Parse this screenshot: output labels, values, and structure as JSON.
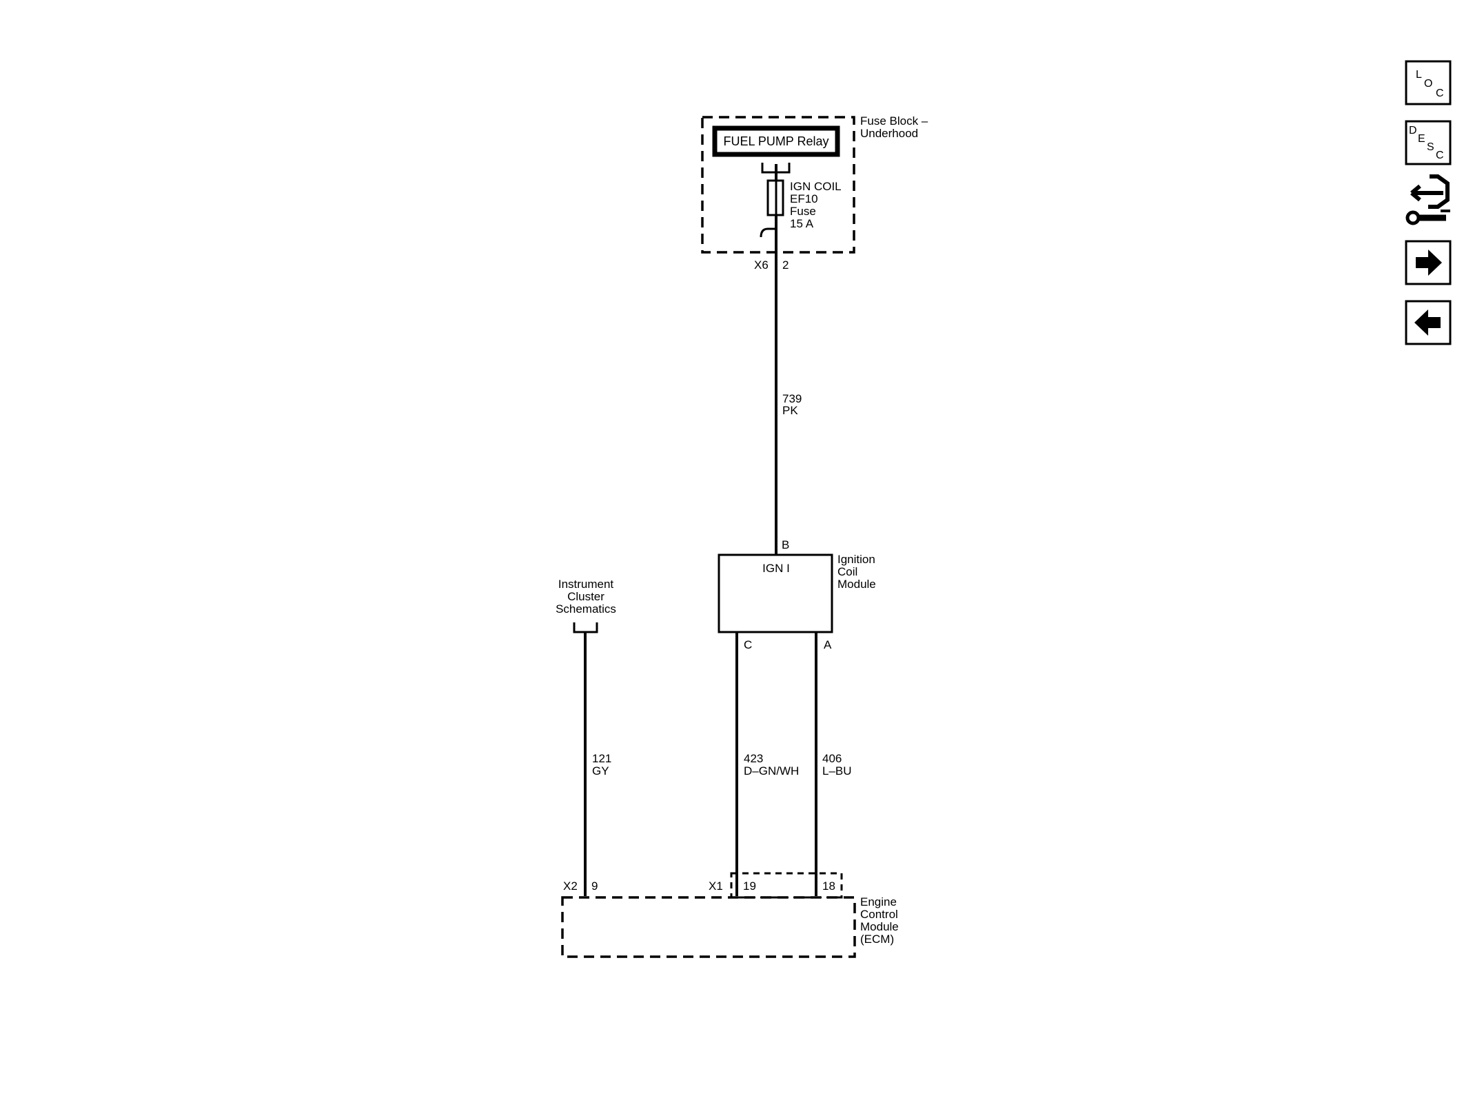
{
  "fuse_block": {
    "label_line1": "Fuse Block –",
    "label_line2": "Underhood",
    "relay_label": "FUEL PUMP Relay",
    "fuse_line1": "IGN COIL",
    "fuse_line2": "EF10",
    "fuse_line3": "Fuse",
    "fuse_line4": "15 A",
    "connector": "X6",
    "pin": "2"
  },
  "wires": {
    "w739": {
      "circuit": "739",
      "color": "PK"
    },
    "w121": {
      "circuit": "121",
      "color": "GY"
    },
    "w423": {
      "circuit": "423",
      "color": "D–GN/WH"
    },
    "w406": {
      "circuit": "406",
      "color": "L–BU"
    }
  },
  "ignition_coil_module": {
    "label_line1": "Ignition",
    "label_line2": "Coil",
    "label_line3": "Module",
    "inner_label": "IGN I",
    "pin_b": "B",
    "pin_c": "C",
    "pin_a": "A"
  },
  "instrument_cluster": {
    "label_line1": "Instrument",
    "label_line2": "Cluster",
    "label_line3": "Schematics"
  },
  "ecm": {
    "label_line1": "Engine",
    "label_line2": "Control",
    "label_line3": "Module",
    "label_line4": "(ECM)",
    "conn_x2": "X2",
    "pin_9": "9",
    "conn_x1": "X1",
    "pin_19": "19",
    "pin_18": "18"
  },
  "nav": {
    "loc": {
      "l1": "L",
      "l2": "O",
      "l3": "C"
    },
    "desc": {
      "l1": "D",
      "l2": "E",
      "l3": "S",
      "l4": "C"
    },
    "icons": [
      "loc-icon",
      "desc-icon",
      "connector-repair-icon",
      "next-arrow-icon",
      "previous-arrow-icon"
    ]
  }
}
